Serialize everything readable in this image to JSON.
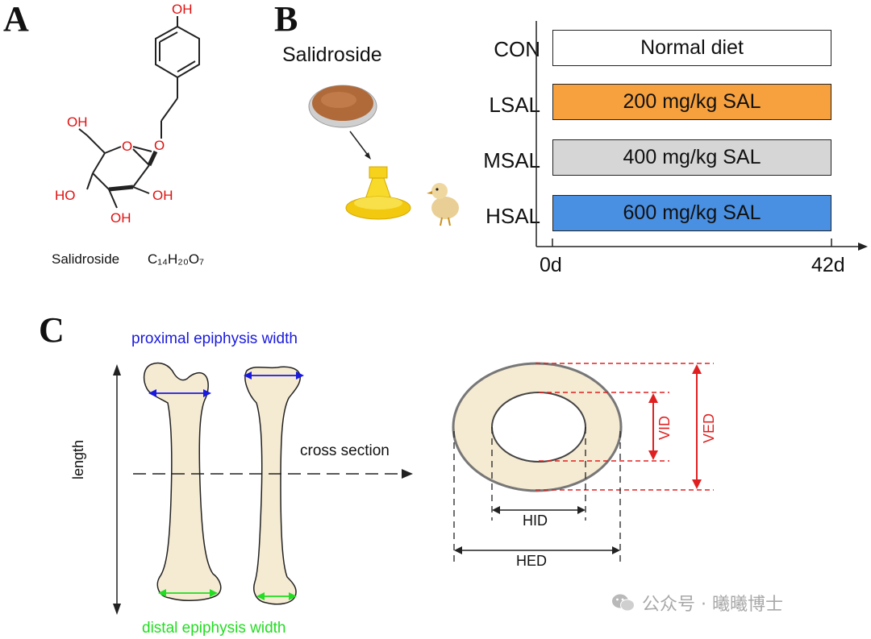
{
  "panels": {
    "a": "A",
    "b": "B",
    "c": "C"
  },
  "panel_a": {
    "caption_name": "Salidroside",
    "caption_formula": "C₁₄H₂₀O₇",
    "atom_labels": {
      "top_oh": "OH",
      "ch2oh": "OH",
      "ring_o": "O",
      "ether_o": "O",
      "left_oh": "HO",
      "right_oh": "OH",
      "bottom_oh": "OH"
    }
  },
  "panel_b": {
    "compound_label": "Salidroside",
    "groups": [
      {
        "name": "CON",
        "treatment": "Normal diet",
        "color": "#ffffff"
      },
      {
        "name": "LSAL",
        "treatment": "200 mg/kg  SAL",
        "color": "#f7a13e"
      },
      {
        "name": "MSAL",
        "treatment": "400 mg/kg  SAL",
        "color": "#d6d6d6"
      },
      {
        "name": "HSAL",
        "treatment": "600 mg/kg  SAL",
        "color": "#4a90e2"
      }
    ],
    "timeline": {
      "start": "0d",
      "end": "42d"
    }
  },
  "panel_c": {
    "proximal_label": "proximal epiphysis width",
    "distal_label": "distal epiphysis width",
    "length_label": "length",
    "cross_section_label": "cross section",
    "vid": "VID",
    "ved": "VED",
    "hid": "HID",
    "hed": "HED",
    "colors": {
      "proximal": "#1a1adf",
      "distal": "#22dd22",
      "vertical": "#e02020",
      "bone": "#f5ead2"
    }
  },
  "watermark": {
    "text": "公众号 · 曦曦博士"
  }
}
